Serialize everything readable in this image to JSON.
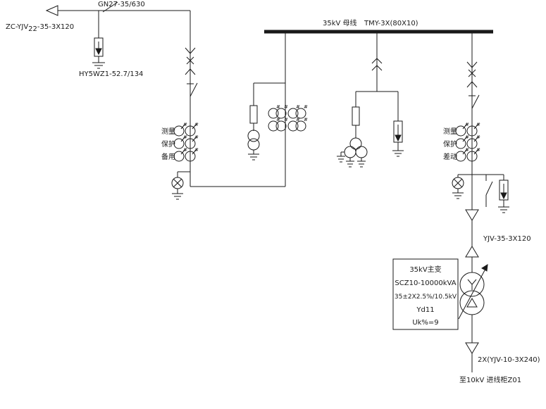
{
  "incoming": {
    "switch_label": "GN27-35/630",
    "cable_prefix": "ZC-YJV",
    "cable_subscript": "22",
    "cable_suffix": "-35-3X120",
    "arrester_label": "HY5WZ1-52.7/134"
  },
  "busbar": {
    "name": "35kV 母线",
    "spec": "TMY-3X(80X10)"
  },
  "left_feeder": {
    "ct_rows": [
      "测量",
      "保护",
      "备用"
    ]
  },
  "main_transformer_feeder": {
    "ct_rows": [
      "测量",
      "保护",
      "差动"
    ],
    "hv_cable_label": "YJV-35-3X120",
    "lv_cable_label": "2X(YJV-10-3X240)",
    "destination_label": "至10kV  进线柜Z01",
    "spec_box": {
      "line1": "35kV主变",
      "line2": "SCZ10-10000kVA",
      "line3": "35±2X2.5%/10.5kV",
      "line4": "Yd11",
      "line5": "Uk%=9"
    }
  },
  "symbols": {
    "ct_secondary_mark": "#"
  },
  "colors": {
    "line": "#1a1a1a",
    "background": "#ffffff"
  }
}
